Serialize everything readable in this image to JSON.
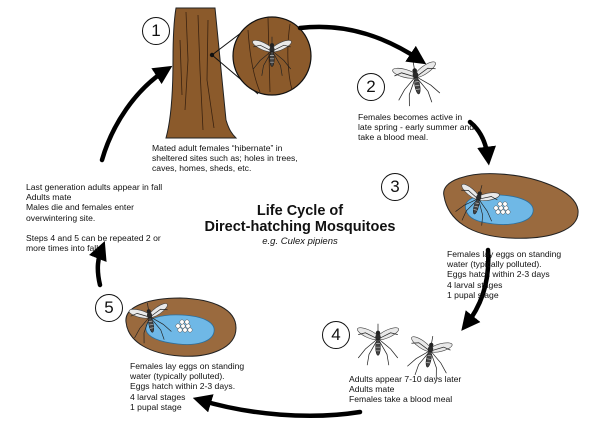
{
  "title": {
    "line1": "Life Cycle of",
    "line2": "Direct-hatching Mosquitoes",
    "subtitle": "e.g. Culex pipiens"
  },
  "stages": [
    {
      "number": "1",
      "text": "Mated adult females “hibernate” in\nsheltered sites such as; holes in trees,\ncaves, homes, sheds, etc."
    },
    {
      "number": "2",
      "text": "Females becomes active in\nlate spring - early summer and\ntake a blood meal."
    },
    {
      "number": "3",
      "text": "Females lay eggs on standing\nwater (typically polluted).\nEggs hatch within 2-3 days\n4 larval stages\n1 pupal stage"
    },
    {
      "number": "4",
      "text": "Adults appear 7-10 days later\nAdults mate\nFemales take a blood meal"
    },
    {
      "number": "5",
      "text": "Females lay eggs on standing\nwater (typically polluted).\nEggs hatch within 2-3 days.\n4 larval stages\n1 pupal stage"
    }
  ],
  "overwinter_note": "Last generation adults appear in fall\nAdults mate\nMales die and females enter\noverwintering site.\n\nSteps 4 and 5 can be repeated 2 or\nmore times into fall",
  "colors": {
    "bark": "#8b5a2b",
    "soil": "#9a6a3e",
    "water": "#6fb8e6",
    "arrow": "#000000"
  }
}
